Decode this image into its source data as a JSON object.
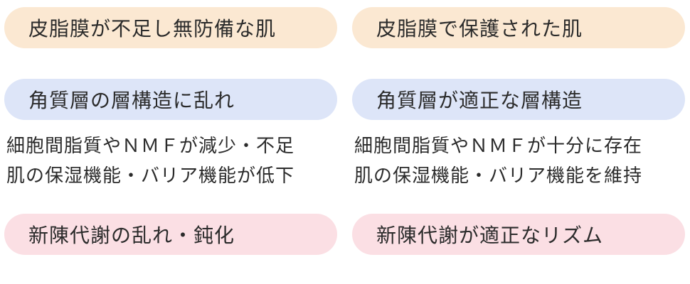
{
  "colors": {
    "peach": "#fbe8d2",
    "blue": "#dde5f8",
    "pink": "#fbdfe4"
  },
  "left": {
    "pill1": "皮脂膜が不足し無防備な肌",
    "pill2": "角質層の層構造に乱れ",
    "desc": [
      "細胞間脂質やＮＭＦが減少・不足",
      "肌の保湿機能・バリア機能が低下"
    ],
    "pill3": "新陳代謝の乱れ・鈍化"
  },
  "right": {
    "pill1": "皮脂膜で保護された肌",
    "pill2": "角質層が適正な層構造",
    "desc": [
      "細胞間脂質やＮＭＦが十分に存在",
      "肌の保湿機能・バリア機能を維持"
    ],
    "pill3": "新陳代謝が適正なリズム"
  }
}
